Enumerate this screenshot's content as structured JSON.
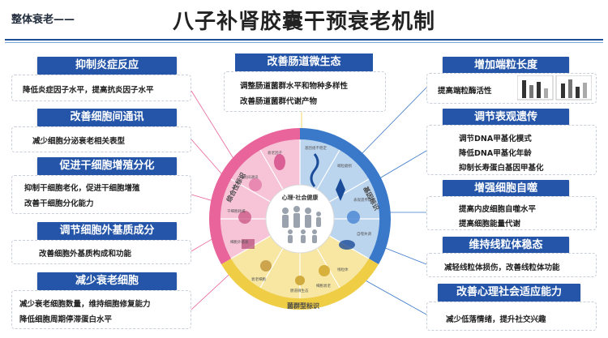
{
  "header": {
    "tag": "整体衰老——",
    "title": "八子补肾胶囊干预衰老机制"
  },
  "left_cards": [
    {
      "title": "抑制炎症反应",
      "lines": [
        "降低炎症因子水平，提高抗炎因子水平"
      ]
    },
    {
      "title": "改善细胞间通讯",
      "lines": [
        "减少细胞分泌衰老相关表型"
      ]
    },
    {
      "title": "促进干细胞增殖分化",
      "lines": [
        "抑制干细胞老化，促进干细胞增殖",
        "改善干细胞分化能力"
      ]
    },
    {
      "title": "调节细胞外基质成分",
      "lines": [
        "改善细胞外基质构成和功能"
      ]
    },
    {
      "title": "减少衰老细胞",
      "lines": [
        "减少衰老细胞数量，维持细胞修复能力",
        "降低细胞周期停滞蛋白水平"
      ]
    }
  ],
  "center_card": {
    "title": "改善肠道微生态",
    "lines": [
      "调整肠道菌群水平和物种多样性",
      "改善肠道菌群代谢产物"
    ]
  },
  "right_cards": [
    {
      "title": "增加端粒长度",
      "lines": [
        "提高端粒酶活性"
      ]
    },
    {
      "title": "调节表观遗传",
      "lines": [
        "调节DNA甲基化模式",
        "降低DNA甲基化年龄",
        "抑制长寿蛋白基因甲基化"
      ]
    },
    {
      "title": "增强细胞自噬",
      "lines": [
        "提高内皮细胞自噬水平",
        "提高细胞能量代谢"
      ]
    },
    {
      "title": "维持线粒体稳态",
      "lines": [
        "减轻线粒体损伤，改善线粒体功能"
      ]
    },
    {
      "title": "改善心理社会适应能力",
      "lines": [
        "减少低落情绪，提升社交兴趣"
      ]
    }
  ],
  "diagram": {
    "center_label": "心理·社会健康",
    "ring_labels": [
      "综合性标识",
      "基因标识",
      "菌群型标识"
    ],
    "segment_texts": [
      "衰老因子",
      "细胞间通讯",
      "干细胞耗竭",
      "细胞外基质",
      "衰老细胞",
      "肠道微生态",
      "基因组不稳定",
      "端粒磨损",
      "表观遗传改变",
      "自噬失调",
      "线粒体",
      "细胞衰老"
    ],
    "colors": {
      "pink": "#e8649b",
      "pink_light": "#f6c3d7",
      "blue": "#3a78c9",
      "blue_light": "#bcd5ef",
      "yellow": "#efcd45",
      "yellow_light": "#f7e7a2",
      "header_blue": "#2455a8"
    }
  }
}
